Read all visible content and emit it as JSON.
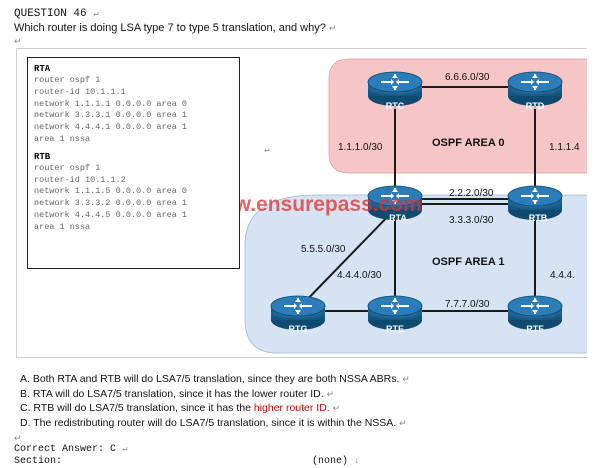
{
  "question": {
    "number": "QUESTION 46",
    "text": "Which router is doing LSA type 7 to type 5 translation, and why?"
  },
  "config": {
    "rta": {
      "title": "RTA",
      "lines": [
        "router ospf 1",
        "router-id 10.1.1.1",
        "network 1.1.1.1 0.0.0.0 area 0",
        "network 3.3.3.1 0.0.0.0 area 1",
        "network 4.4.4.1 0.0.0.0 area 1",
        "area 1 nssa"
      ]
    },
    "rtb": {
      "title": "RTB",
      "lines": [
        "router ospf 1",
        "router-id 10.1.1.2",
        "network 1.1.1.5 0.0.0.0 area 0",
        "network 3.3.3.2 0.0.0.0 area 1",
        "network 4.4.4.5 0.0.0.0 area 1",
        "area 1 nssa"
      ]
    }
  },
  "diagram": {
    "watermark": "www.ensurepass.com",
    "areas": {
      "area0": "OSPF AREA 0",
      "area1": "OSPF AREA 1"
    },
    "routers": {
      "rtc": "RTC",
      "rtd": "RTD",
      "rta": "RTA",
      "rtb": "RTB",
      "rtg": "RTG",
      "rte": "RTE",
      "rtf": "RTF"
    },
    "links": {
      "l666": "6.6.6.0/30",
      "l111": "1.1.1.0/30",
      "l1114": "1.1.1.4",
      "l222": "2.2.2.0/30",
      "l333": "3.3.3.0/30",
      "l555": "5.5.5.0/30",
      "l444": "4.4.4.0/30",
      "l4444": "4.4.4.",
      "l777": "7.7.7.0/30"
    },
    "colors": {
      "area0_fill": "#f6c6c6",
      "area1_fill": "#d5e3f2",
      "router": "#1f6fa8"
    }
  },
  "answers": {
    "a": "A.  Both RTA and RTB will do LSA7/5 translation, since they are both NSSA ABRs.",
    "b": "B.  RTA will do LSA7/5 translation, since it has the lower router ID.",
    "c_pre": "C.  RTB will do LSA7/5 translation, since it has the ",
    "c_red": "higher router ID.",
    "d": "D.  The redistributing router will do LSA7/5 translation, since it is within the NSSA."
  },
  "footer": {
    "correct_label": "Correct Answer: C",
    "section_label": "Section:",
    "section_value": "(none)"
  },
  "marks": {
    "para": "↵",
    "arrow": "↓"
  }
}
